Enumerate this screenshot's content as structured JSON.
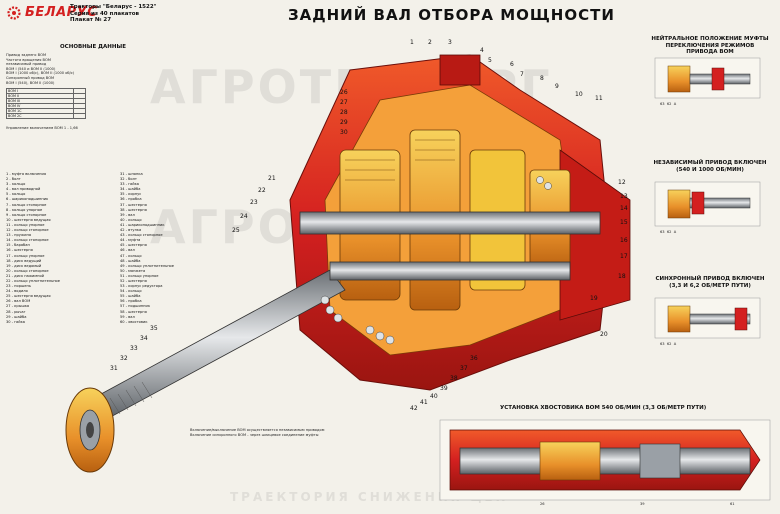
{
  "logo": {
    "text": "БЕЛАРУС"
  },
  "meta": {
    "line1": "Тракторы \"Беларус - 1522\"",
    "line2": "Серия из 40 плакатов",
    "line3": "Плакат № 27"
  },
  "title": "ЗАДНИЙ ВАЛ ОТБОРА МОЩНОСТИ",
  "left": {
    "basic_data_title": "ОСНОВНЫЕ ДАННЫЕ",
    "basic_lines": [
      "Привод заднего ВОМ",
      "Частота вращения ВОМ",
      "независимый привод",
      "ВОМ I (540 и ВОМ II (1000)",
      "ВОМ I (1000 об/с), ВОМ II (1000 об/с)",
      "Синхронный привод ВОМ",
      "ВОМ I (540), ВОМ II (1000)"
    ],
    "clutch_line": "Управление включением ВОМ 1 - 1,66",
    "table_rows": [
      [
        "ВОМ I",
        ""
      ],
      [
        "ВОМ II",
        ""
      ],
      [
        "ВОМ III",
        ""
      ],
      [
        "ВОМ IV",
        ""
      ],
      [
        "ВОМ 1С",
        ""
      ],
      [
        "ВОМ 2С",
        ""
      ]
    ]
  },
  "legend_col1": [
    "1 - муфта включения",
    "2 - болт",
    "3 - кольцо",
    "4 - вал приводной",
    "5 - кольцо",
    "6 - шарикоподшипник",
    "7 - кольцо стопорное",
    "8 - кольцо упорное",
    "9 - кольцо стопорное",
    "10 - шестерня ведущая",
    "11 - кольцо упорное",
    "12 - кольцо стопорное",
    "13 - пружина",
    "14 - кольцо стопорное",
    "15 - барабан",
    "16 - шестерня",
    "17 - кольцо упорное",
    "18 - диск ведущий",
    "19 - диск ведомый",
    "20 - кольцо стопорное",
    "21 - диск нажимной",
    "22 - кольцо уплотнительное",
    "23 - поршень",
    "24 - водило",
    "25 - шестерня ведущая",
    "26 - вал ВОМ",
    "27 - крышка",
    "28 - рычаг",
    "29 - шайба",
    "30 - гайка"
  ],
  "legend_col2": [
    "31 - шпонка",
    "32 - болт",
    "33 - гайка",
    "34 - шайба",
    "35 - корпус",
    "36 - пробка",
    "37 - шестерня",
    "38 - шестерня",
    "39 - вал",
    "40 - кольцо",
    "41 - шарикоподшипник",
    "42 - втулка",
    "43 - кольцо стопорное",
    "44 - муфта",
    "45 - шестерня",
    "46 - вал",
    "47 - кольцо",
    "48 - шайба",
    "49 - кольцо уплотнительное",
    "50 - манжета",
    "51 - кольцо упорное",
    "52 - шестерня",
    "53 - корпус редуктора",
    "54 - кольцо",
    "55 - шайба",
    "56 - пробка",
    "57 - подшипник",
    "58 - шестерня",
    "59 - вал",
    "60 - хвостовик"
  ],
  "right": {
    "neutral_title": "НЕЙТРАЛЬНОЕ ПОЛОЖЕНИЕ МУФТЫ ПЕРЕКЛЮЧЕНИЯ РЕЖИМОВ ПРИВОДА ВОМ",
    "independent_title": "НЕЗАВИСИМЫЙ ПРИВОД ВКЛЮЧЕН (540 И 1000 ОБ/МИН)",
    "sync_title": "СИНХРОННЫЙ ПРИВОД ВКЛЮЧЕН (3,3 И 6,2 ОБ/МЕТР ПУТИ)",
    "labels_a": [
      "63",
      "62",
      "A"
    ],
    "labels_b": [
      "63",
      "62",
      "A"
    ],
    "labels_c": [
      "63",
      "62",
      "A"
    ]
  },
  "bottom": {
    "install_title": "УСТАНОВКА ХВОСТОВИКА ВОМ 540 ОБ/МИН (3,3 ОБ/МЕТР ПУТИ)",
    "install_labels": [
      "26",
      "39",
      "61"
    ],
    "note1": "Включение/выключение ВОМ осуществляется независимым приводом",
    "note2": "Включение синхронного ВОМ - через шлицевое соединение муфты"
  },
  "watermark": [
    "АГРОТЕХТОРГ",
    "ТРАЕКТОРИЯ СНИЖЕНИЯ ЦЕН"
  ],
  "colors": {
    "red": "#d42020",
    "orange": "#e8902a",
    "yellow": "#f2c43a",
    "steel": "#9aa0a6",
    "dark": "#444"
  }
}
